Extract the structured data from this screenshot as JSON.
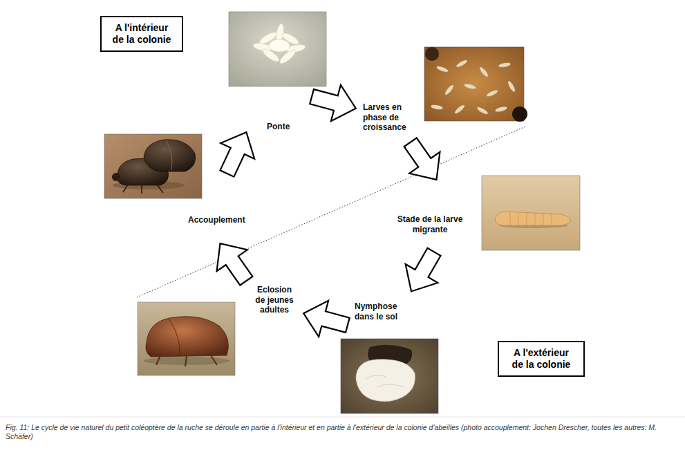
{
  "diagram": {
    "caption": "Fig. 11: Le cycle de vie naturel du petit coléoptère de la ruche se déroule en partie à l'intérieur et en partie à l'extérieur de la colonie d'abeilles (photo accouplement: Jochen Drescher, toutes les autres: M. Schäfer)",
    "nodes": [
      {
        "text": [
          "A l'intérieur de la colonie"
        ]
      },
      {
        "text": [
          "A l'extérieur de la colonie"
        ]
      }
    ],
    "labels": [
      "Ponte",
      "Larves en phase de croissance",
      "Stade de la larve migrante",
      "Nymphose dans le sol",
      "Eclosion de jeunes adultes",
      "Accouplement"
    ]
  }
}
